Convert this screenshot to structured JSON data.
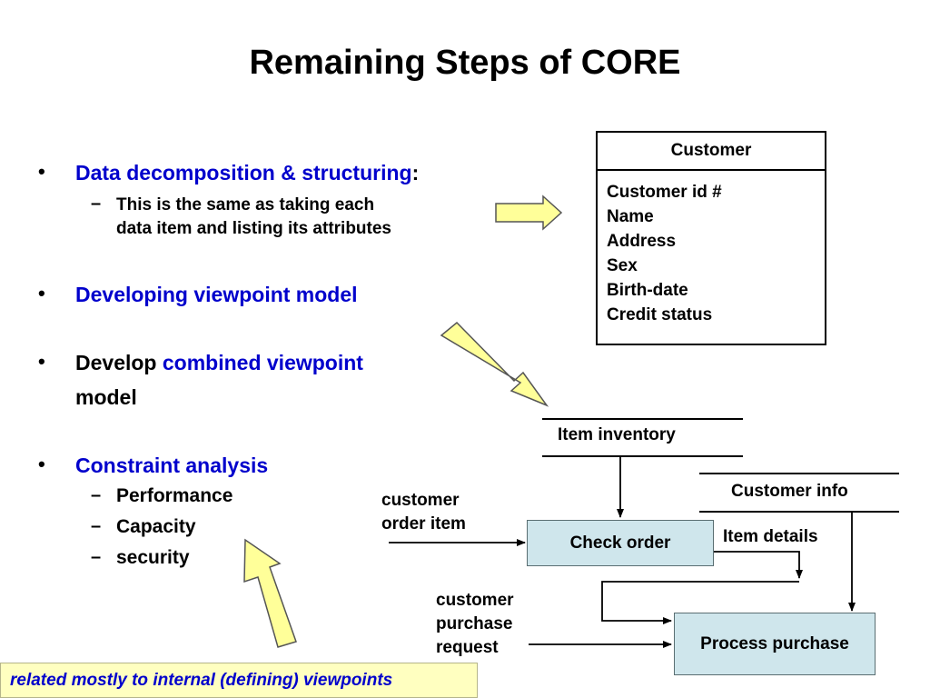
{
  "title": "Remaining Steps of CORE",
  "bullets": {
    "b1_main": "Data decomposition & structuring",
    "b1_colon": ":",
    "b1_sub_line1": "This is the same as taking each",
    "b1_sub_line2": "data item and listing its attributes",
    "b2_main": "Developing viewpoint model",
    "b3_prefix": "Develop ",
    "b3_blue": "combined viewpoint",
    "b3_line2": "model",
    "b4_main": "Constraint analysis",
    "b4_subs": [
      "Performance",
      "Capacity",
      "security"
    ]
  },
  "bullet_glyph": "•",
  "dash_glyph": "–",
  "entity": {
    "name": "Customer",
    "attributes": [
      "Customer id #",
      "Name",
      "Address",
      "Sex",
      "Birth-date",
      "Credit status"
    ]
  },
  "dfd": {
    "store_item_inventory": "Item inventory",
    "store_customer_info": "Customer info",
    "process_check_order": "Check order",
    "process_purchase": "Process purchase",
    "flow_order_item_line1": "customer",
    "flow_order_item_line2": "order item",
    "flow_item_details": "Item details",
    "flow_purchase_line1": "customer",
    "flow_purchase_line2": "purchase",
    "flow_purchase_line3": "request"
  },
  "caption": "related mostly to internal (defining) viewpoints",
  "colors": {
    "accent_blue": "#0000cc",
    "arrow_fill": "#ffff99",
    "process_fill": "#cfe6ec",
    "caption_bg": "#ffffc0"
  }
}
